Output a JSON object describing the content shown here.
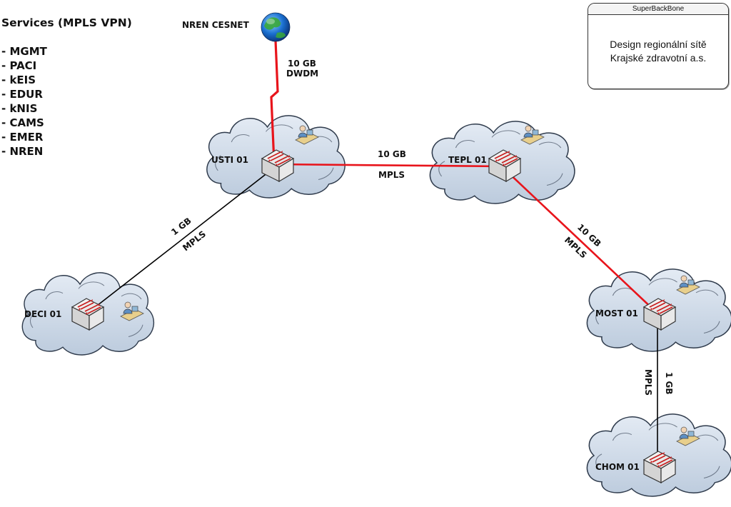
{
  "services": {
    "title": "Services (MPLS VPN)",
    "items": [
      "MGMT",
      "PACI",
      "kEIS",
      "EDUR",
      "kNIS",
      "CAMS",
      "EMER",
      "NREN"
    ]
  },
  "title_box": {
    "header": "SuperBackBone",
    "line1": "Design regionální sítě",
    "line2": "Krajské zdravotní a.s."
  },
  "nodes": {
    "nren": "NREN CESNET",
    "usti": "USTI 01",
    "tepl": "TEPL 01",
    "deci": "DECI 01",
    "most": "MOST 01",
    "chom": "CHOM 01"
  },
  "links": {
    "nren_usti": {
      "speed": "10 GB",
      "tech": "DWDM"
    },
    "usti_tepl": {
      "speed": "10 GB",
      "tech": "MPLS"
    },
    "usti_deci": {
      "speed": "1 GB",
      "tech": "MPLS"
    },
    "tepl_most": {
      "speed": "10 GB",
      "tech": "MPLS"
    },
    "most_chom": {
      "speed": "1 GB",
      "tech": "MPLS"
    }
  },
  "colors": {
    "backbone_link": "#e8141b",
    "access_link": "#000000",
    "cloud_fill": "#cfdbe9",
    "cloud_stroke": "#2f3b4c"
  }
}
